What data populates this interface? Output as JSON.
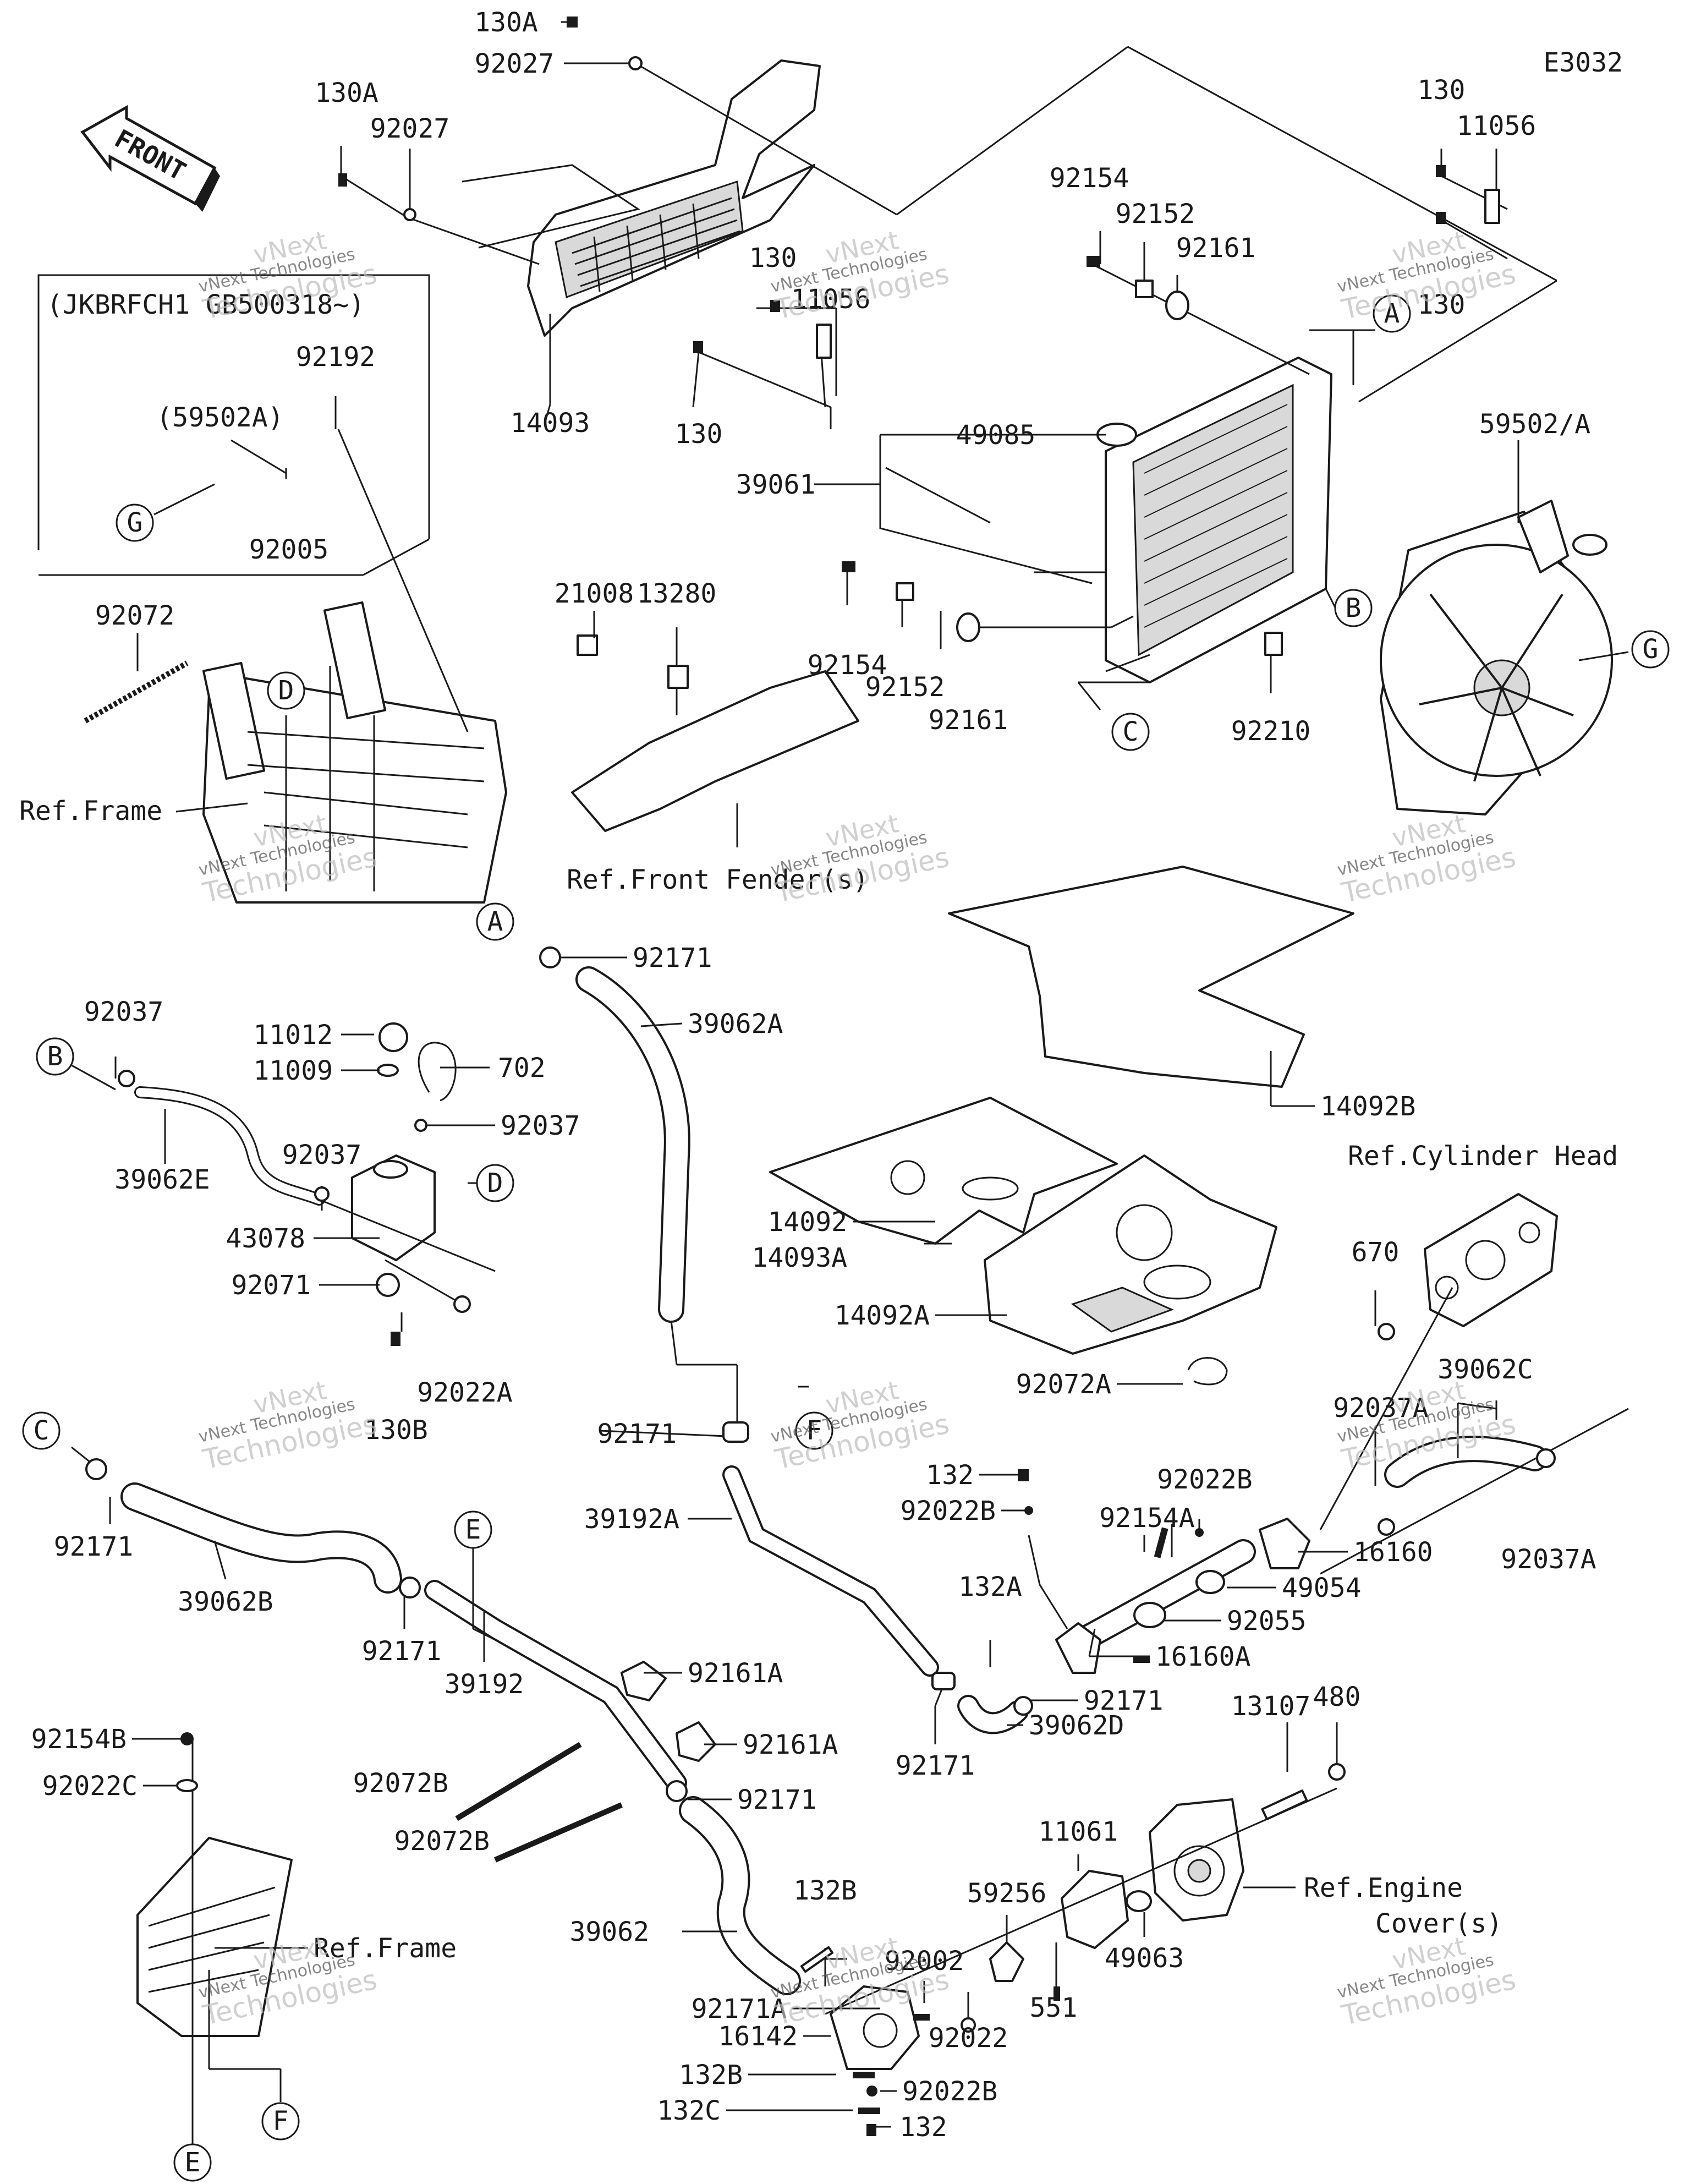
{
  "diagram_code": "E3032",
  "front_arrow_text": "FRONT",
  "serial_box_text": "(JKBRFCH1 GB500318~)",
  "watermark": {
    "line1": "vNext",
    "line2": "vNext Technologies",
    "line3": "Technologies"
  },
  "parts": [
    {
      "id": "130A-a",
      "text": "130A"
    },
    {
      "id": "92027-a",
      "text": "92027"
    },
    {
      "id": "130A-b",
      "text": "130A"
    },
    {
      "id": "92027-b",
      "text": "92027"
    },
    {
      "id": "14093",
      "text": "14093"
    },
    {
      "id": "130-a",
      "text": "130"
    },
    {
      "id": "11056-a",
      "text": "11056"
    },
    {
      "id": "130-b",
      "text": "130"
    },
    {
      "id": "130-c",
      "text": "130"
    },
    {
      "id": "11056-b",
      "text": "11056"
    },
    {
      "id": "130-d",
      "text": "130"
    },
    {
      "id": "92154-a",
      "text": "92154"
    },
    {
      "id": "92152-a",
      "text": "92152"
    },
    {
      "id": "92161-a",
      "text": "92161"
    },
    {
      "id": "49085",
      "text": "49085"
    },
    {
      "id": "39061",
      "text": "39061"
    },
    {
      "id": "59502A",
      "text": "59502/A"
    },
    {
      "id": "92192",
      "text": "92192"
    },
    {
      "id": "59502A-paren",
      "text": "(59502A)"
    },
    {
      "id": "92005",
      "text": "92005"
    },
    {
      "id": "21008",
      "text": "21008"
    },
    {
      "id": "13280",
      "text": "13280"
    },
    {
      "id": "92154-b",
      "text": "92154"
    },
    {
      "id": "92152-b",
      "text": "92152"
    },
    {
      "id": "92161-b",
      "text": "92161"
    },
    {
      "id": "92210",
      "text": "92210"
    },
    {
      "id": "92072",
      "text": "92072"
    },
    {
      "id": "ref-frame-a",
      "text": "Ref.Frame"
    },
    {
      "id": "ref-front-fender",
      "text": "Ref.Front Fender(s)"
    },
    {
      "id": "92171-a",
      "text": "92171"
    },
    {
      "id": "39062A",
      "text": "39062A"
    },
    {
      "id": "14092B",
      "text": "14092B"
    },
    {
      "id": "92037-a",
      "text": "92037"
    },
    {
      "id": "11012",
      "text": "11012"
    },
    {
      "id": "11009",
      "text": "11009"
    },
    {
      "id": "702",
      "text": "702"
    },
    {
      "id": "92037-b",
      "text": "92037"
    },
    {
      "id": "92037-c",
      "text": "92037"
    },
    {
      "id": "39062E",
      "text": "39062E"
    },
    {
      "id": "43078",
      "text": "43078"
    },
    {
      "id": "92071",
      "text": "92071"
    },
    {
      "id": "92022A",
      "text": "92022A"
    },
    {
      "id": "130B",
      "text": "130B"
    },
    {
      "id": "14092",
      "text": "14092"
    },
    {
      "id": "14093A",
      "text": "14093A"
    },
    {
      "id": "14092A",
      "text": "14092A"
    },
    {
      "id": "ref-cylinder-head",
      "text": "Ref.Cylinder Head"
    },
    {
      "id": "670",
      "text": "670"
    },
    {
      "id": "39062C",
      "text": "39062C"
    },
    {
      "id": "92037A-a",
      "text": "92037A"
    },
    {
      "id": "92072A",
      "text": "92072A"
    },
    {
      "id": "92171-b",
      "text": "92171"
    },
    {
      "id": "39192A",
      "text": "39192A"
    },
    {
      "id": "132-a",
      "text": "132"
    },
    {
      "id": "92022B-a",
      "text": "92022B"
    },
    {
      "id": "92022B-b",
      "text": "92022B"
    },
    {
      "id": "92154A",
      "text": "92154A"
    },
    {
      "id": "16160",
      "text": "16160"
    },
    {
      "id": "92037A-b",
      "text": "92037A"
    },
    {
      "id": "49054",
      "text": "49054"
    },
    {
      "id": "92055",
      "text": "92055"
    },
    {
      "id": "132A",
      "text": "132A"
    },
    {
      "id": "16160A",
      "text": "16160A"
    },
    {
      "id": "92171-c",
      "text": "92171"
    },
    {
      "id": "39062D",
      "text": "39062D"
    },
    {
      "id": "92171-d",
      "text": "92171"
    },
    {
      "id": "92171-e",
      "text": "92171"
    },
    {
      "id": "39062B",
      "text": "39062B"
    },
    {
      "id": "92171-f",
      "text": "92171"
    },
    {
      "id": "39192",
      "text": "39192"
    },
    {
      "id": "92161A-a",
      "text": "92161A"
    },
    {
      "id": "92161A-b",
      "text": "92161A"
    },
    {
      "id": "92171-g",
      "text": "92171"
    },
    {
      "id": "92154B",
      "text": "92154B"
    },
    {
      "id": "92022C",
      "text": "92022C"
    },
    {
      "id": "92072B-a",
      "text": "92072B"
    },
    {
      "id": "92072B-b",
      "text": "92072B"
    },
    {
      "id": "ref-frame-b",
      "text": "Ref.Frame"
    },
    {
      "id": "39062",
      "text": "39062"
    },
    {
      "id": "132B-a",
      "text": "132B"
    },
    {
      "id": "92002",
      "text": "92002"
    },
    {
      "id": "92171A",
      "text": "92171A"
    },
    {
      "id": "16142",
      "text": "16142"
    },
    {
      "id": "132B-b",
      "text": "132B"
    },
    {
      "id": "132C",
      "text": "132C"
    },
    {
      "id": "92022",
      "text": "92022"
    },
    {
      "id": "92022B-c",
      "text": "92022B"
    },
    {
      "id": "132-b",
      "text": "132"
    },
    {
      "id": "59256",
      "text": "59256"
    },
    {
      "id": "11061",
      "text": "11061"
    },
    {
      "id": "551",
      "text": "551"
    },
    {
      "id": "49063",
      "text": "49063"
    },
    {
      "id": "13107",
      "text": "13107"
    },
    {
      "id": "480",
      "text": "480"
    },
    {
      "id": "ref-engine-cover-1",
      "text": "Ref.Engine"
    },
    {
      "id": "ref-engine-cover-2",
      "text": "Cover(s)"
    }
  ],
  "connectors": [
    {
      "id": "A-top",
      "text": "A"
    },
    {
      "id": "B-top",
      "text": "B"
    },
    {
      "id": "C-top",
      "text": "C"
    },
    {
      "id": "G-top",
      "text": "G"
    },
    {
      "id": "G-left",
      "text": "G"
    },
    {
      "id": "D-frame",
      "text": "D"
    },
    {
      "id": "A-mid",
      "text": "A"
    },
    {
      "id": "B-mid",
      "text": "B"
    },
    {
      "id": "D-mid",
      "text": "D"
    },
    {
      "id": "C-mid",
      "text": "C"
    },
    {
      "id": "E-mid",
      "text": "E"
    },
    {
      "id": "F-mid",
      "text": "F"
    },
    {
      "id": "E-bot",
      "text": "E"
    },
    {
      "id": "F-bot",
      "text": "F"
    }
  ]
}
